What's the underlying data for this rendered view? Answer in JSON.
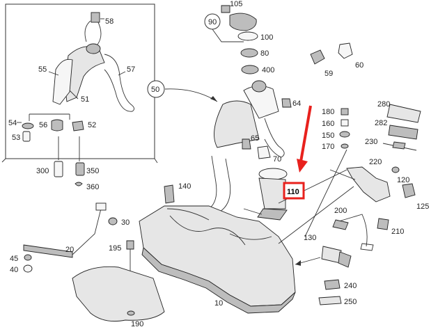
{
  "callouts": {
    "c58": "58",
    "c105": "105",
    "c90": "90",
    "c100": "100",
    "c80": "80",
    "c400": "400",
    "c59": "59",
    "c60": "60",
    "c55": "55",
    "c57": "57",
    "c51": "51",
    "c50": "50",
    "c64": "64",
    "c54": "54",
    "c56": "56",
    "c52": "52",
    "c53": "53",
    "c180": "180",
    "c160": "160",
    "c150": "150",
    "c170": "170",
    "c280": "280",
    "c282": "282",
    "c230": "230",
    "c65": "65",
    "c70": "70",
    "c220": "220",
    "c300": "300",
    "c350": "350",
    "c360": "360",
    "c140": "140",
    "c110": "110",
    "c120": "120",
    "c125": "125",
    "c30": "30",
    "c200": "200",
    "c210": "210",
    "c20": "20",
    "c195": "195",
    "c130": "130",
    "c45": "45",
    "c40": "40",
    "c240": "240",
    "c250": "250",
    "c10": "10",
    "c190": "190"
  },
  "colors": {
    "highlight": "#e8211d",
    "line": "#333333"
  }
}
